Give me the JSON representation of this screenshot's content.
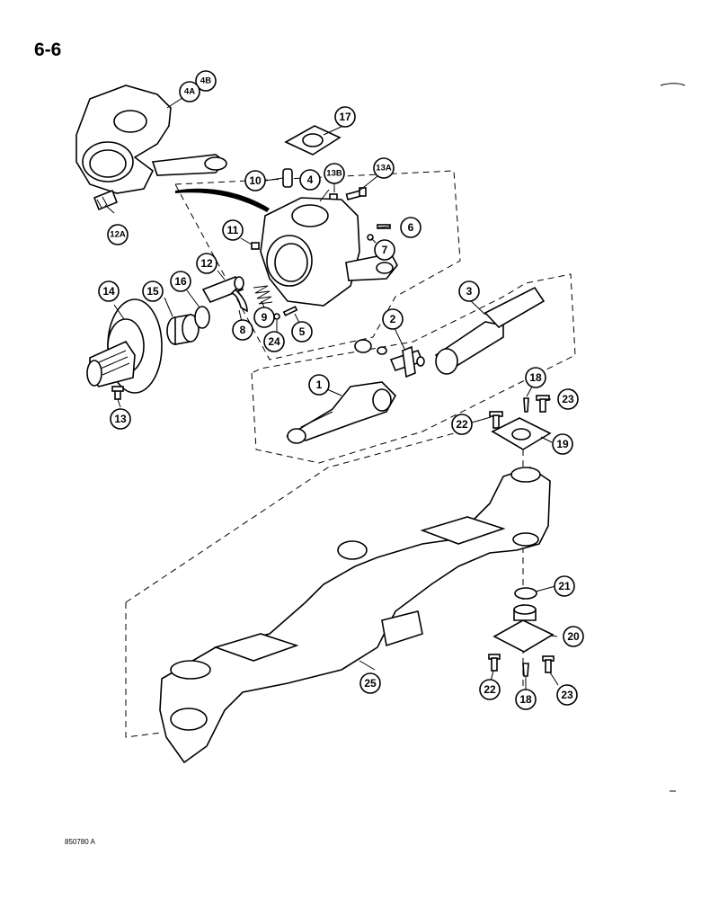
{
  "page": {
    "number": "6-6",
    "figure_code": "850780 A"
  },
  "callouts": {
    "c1": "1",
    "c2": "2",
    "c3": "3",
    "c4": "4",
    "c4a": "4A",
    "c4b": "4B",
    "c5": "5",
    "c6": "6",
    "c7": "7",
    "c8": "8",
    "c9": "9",
    "c10": "10",
    "c11": "11",
    "c12": "12",
    "c12a": "12A",
    "c13": "13",
    "c13a": "13A",
    "c13b": "13B",
    "c14": "14",
    "c15": "15",
    "c16": "16",
    "c17": "17",
    "c18a": "18",
    "c18b": "18",
    "c19": "19",
    "c20": "20",
    "c21": "21",
    "c22a": "22",
    "c22b": "22",
    "c23a": "23",
    "c23b": "23",
    "c24": "24",
    "c25": "25"
  }
}
